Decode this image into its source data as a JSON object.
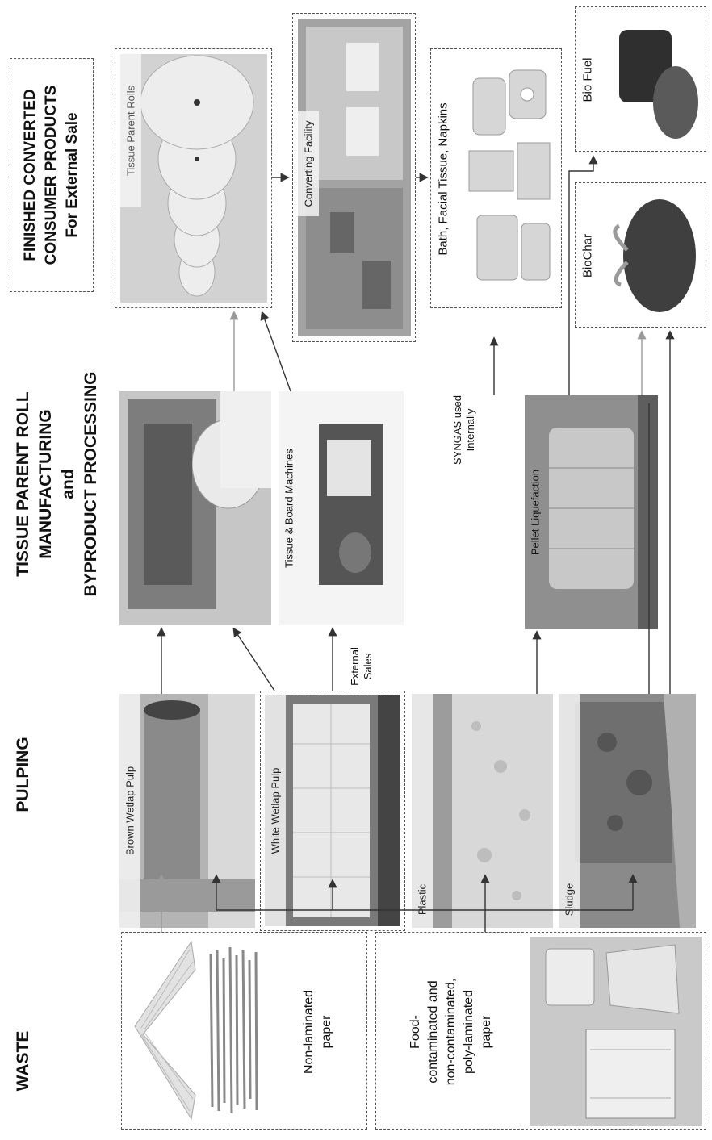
{
  "headers": {
    "waste": "WASTE",
    "pulping": "PULPING",
    "manufacturing": [
      "TISSUE PARENT ROLL",
      "MANUFACTURING",
      "and",
      "BYPRODUCT PROCESSING"
    ],
    "finished": [
      "FINISHED CONVERTED",
      "CONSUMER PRODUCTS",
      "For External Sale"
    ]
  },
  "waste": {
    "non_laminated": [
      "Non-laminated",
      "paper"
    ],
    "poly_laminated": [
      "Food-",
      "contaminated and",
      "non-contaminated,",
      "poly-laminated",
      "paper"
    ]
  },
  "pulping": {
    "brown": "Brown Wetlap Pulp",
    "white": "White Wetlap Pulp",
    "plastic": "Plastic",
    "sludge": "Sludge"
  },
  "manufacturing": {
    "machines": "Tissue & Board Machines",
    "liquefaction": "Pellet Liquefaction",
    "syngas": [
      "SYNGAS used",
      "Internally"
    ],
    "external_sales": [
      "External",
      "Sales"
    ]
  },
  "products": {
    "parent_rolls": "Tissue Parent Rolls",
    "converting": "Converting Facility",
    "consumer": "Bath, Facial Tissue, Napkins",
    "biochar": "BioChar",
    "biofuel": "Bio Fuel"
  },
  "colors": {
    "box_border": "#555555",
    "arrow": "#333333",
    "text": "#111111"
  }
}
